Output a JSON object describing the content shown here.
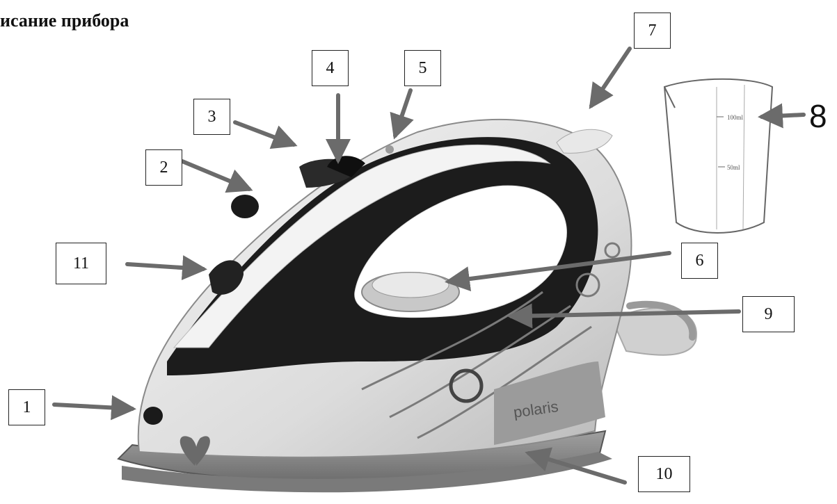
{
  "title": "исание прибора",
  "brand": "polaris",
  "jug": {
    "mark_top": "100ml",
    "mark_mid": "50ml"
  },
  "callouts": [
    {
      "id": "1",
      "text": "1"
    },
    {
      "id": "2",
      "text": "2"
    },
    {
      "id": "3",
      "text": "3"
    },
    {
      "id": "4",
      "text": "4"
    },
    {
      "id": "5",
      "text": "5"
    },
    {
      "id": "6",
      "text": "6"
    },
    {
      "id": "7",
      "text": "7"
    },
    {
      "id": "8",
      "text": "8"
    },
    {
      "id": "9",
      "text": "9"
    },
    {
      "id": "10",
      "text": "10"
    },
    {
      "id": "11",
      "text": "11"
    }
  ],
  "colors": {
    "arrow": "#6b6b6b",
    "handle": "#1a1a1a",
    "body_light": "#e6e6e6",
    "body_mid": "#bdbdbd",
    "base": "#8a8a8a"
  }
}
